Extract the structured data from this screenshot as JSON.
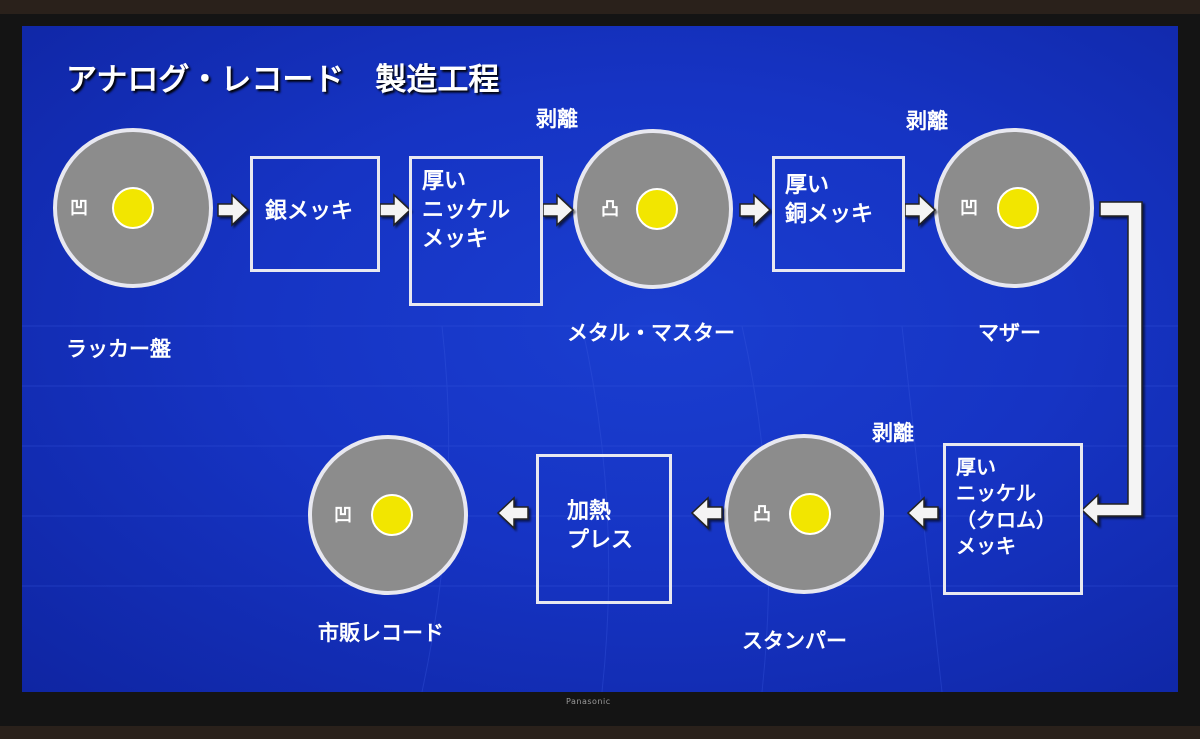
{
  "title": "アナログ・レコード　製造工程",
  "brand": "Panasonic",
  "disc_mark_concave": "凹",
  "disc_mark_convex": "凸",
  "discs": {
    "lacquer": "ラッカー盤",
    "metal_master": "メタル・マスター",
    "mother": "マザー",
    "stamper": "スタンパー",
    "retail_record": "市販レコード"
  },
  "processes": {
    "silver_plating": "銀メッキ",
    "thick_nickel_plating": "厚い\nニッケル\nメッキ",
    "thick_copper_plating": "厚い\n銅メッキ",
    "thick_nickel_chrome_plating": "厚い\nニッケル\n（クロム）\nメッキ",
    "heat_press": "加熱\nプレス"
  },
  "peel_label": "剥離",
  "colors": {
    "screen_blue": "#1634c4",
    "disc_gray": "#8c8c8c",
    "disc_center": "#f2e600",
    "line_white": "#e8e8f0"
  }
}
